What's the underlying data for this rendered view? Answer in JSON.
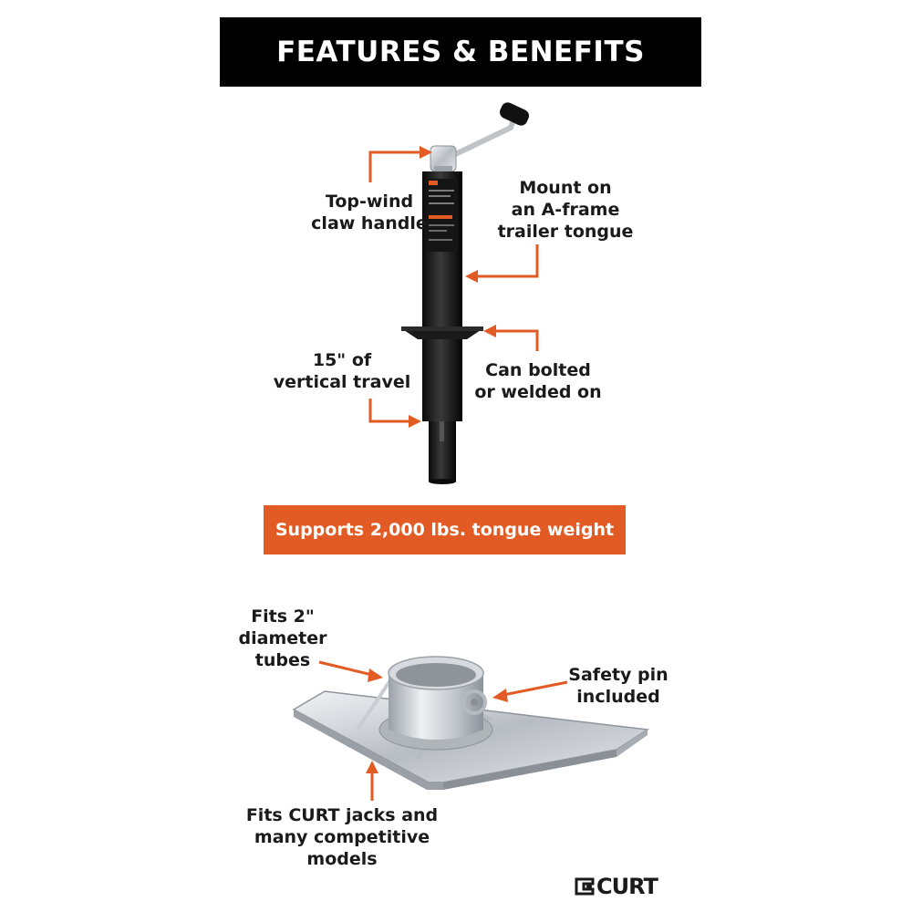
{
  "header": {
    "title": "FEATURES & BENEFITS"
  },
  "jack": {
    "callouts": {
      "topwind": [
        "Top-wind",
        "claw handle"
      ],
      "mount": [
        "Mount on",
        "an A-frame",
        "trailer tongue"
      ],
      "travel": [
        "15\" of",
        "vertical travel"
      ],
      "bolted": [
        "Can bolted",
        "or welded on"
      ]
    }
  },
  "banner": {
    "text": "Supports 2,000 lbs. tongue weight"
  },
  "footplate": {
    "callouts": {
      "fits_tubes": [
        "Fits 2\"",
        "diameter tubes"
      ],
      "safety_pin": [
        "Safety pin",
        "included"
      ],
      "fits_jacks": [
        "Fits CURT jacks and",
        "many competitive models"
      ]
    }
  },
  "brand": {
    "name": "CURT"
  },
  "colors": {
    "accent": "#e35b24",
    "header_bg": "#000000"
  }
}
